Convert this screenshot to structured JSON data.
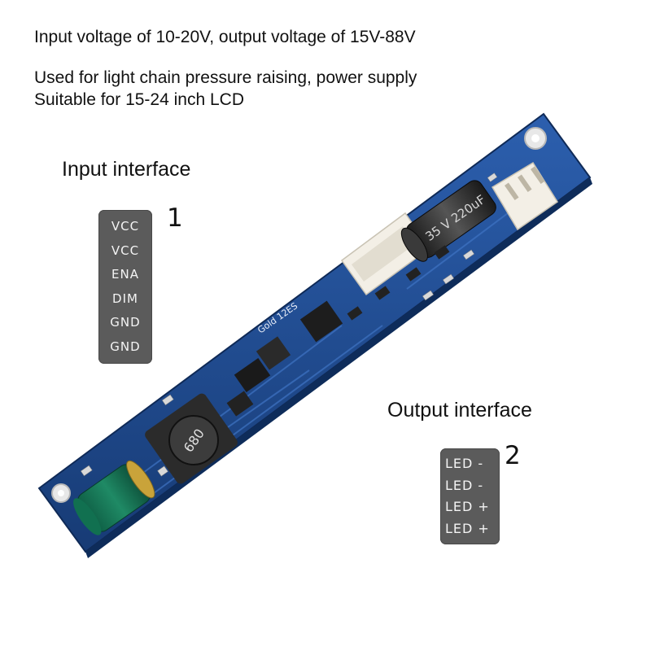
{
  "lines": [
    "Input voltage of 10-20V, output voltage of 15V-88V",
    "Used for light chain pressure raising, power supply",
    "Suitable for 15-24 inch LCD"
  ],
  "input_interface": {
    "title": "Input interface",
    "number": "1",
    "pins": [
      "VCC",
      "VCC",
      "ENA",
      "DIM",
      "GND",
      "GND"
    ]
  },
  "output_interface": {
    "title": "Output interface",
    "number": "2",
    "pins": [
      "LED -",
      "LED -",
      "LED +",
      "LED +"
    ]
  },
  "board": {
    "pcb_color": "#1f4a8f",
    "inductor_label": "680",
    "capacitor_label": "35 V 220uF",
    "silkscreen_label": "Gold 12ES"
  }
}
